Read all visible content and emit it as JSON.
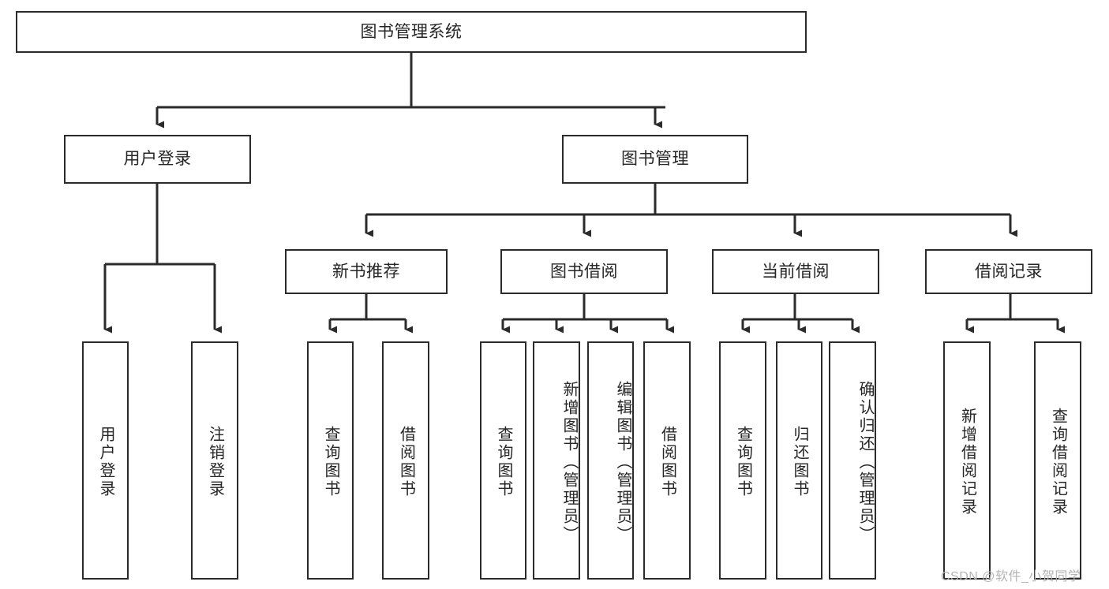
{
  "diagram": {
    "title": "图书管理系统",
    "type": "tree-hierarchy",
    "colors": {
      "background": "#ffffff",
      "box_border": "#2b2b2b",
      "box_fill": "#ffffff",
      "text": "#262626",
      "connector": "#2b2b2b",
      "watermark": "#b4b4b4"
    },
    "root": {
      "label": "图书管理系统"
    },
    "level2": [
      {
        "id": "user-login",
        "label": "用户登录"
      },
      {
        "id": "book-manage",
        "label": "图书管理"
      }
    ],
    "level3": [
      {
        "id": "new-book-rec",
        "label": "新书推荐",
        "parent": "book-manage"
      },
      {
        "id": "book-borrow",
        "label": "图书借阅",
        "parent": "book-manage"
      },
      {
        "id": "current-borrow",
        "label": "当前借阅",
        "parent": "book-manage"
      },
      {
        "id": "borrow-record",
        "label": "借阅记录",
        "parent": "book-manage"
      }
    ],
    "leaves": [
      {
        "id": "leaf-user-login",
        "label": "用户登录",
        "parent": "user-login"
      },
      {
        "id": "leaf-logout",
        "label": "注销登录",
        "parent": "user-login"
      },
      {
        "id": "leaf-query-book-1",
        "label": "查询图书",
        "parent": "new-book-rec"
      },
      {
        "id": "leaf-borrow-book-1",
        "label": "借阅图书",
        "parent": "new-book-rec"
      },
      {
        "id": "leaf-query-book-2",
        "label": "查询图书",
        "parent": "book-borrow"
      },
      {
        "id": "leaf-add-book",
        "label": "新增图书（管理员）",
        "parent": "book-borrow"
      },
      {
        "id": "leaf-edit-book",
        "label": "编辑图书（管理员）",
        "parent": "book-borrow"
      },
      {
        "id": "leaf-borrow-book-2",
        "label": "借阅图书",
        "parent": "book-borrow"
      },
      {
        "id": "leaf-query-book-3",
        "label": "查询图书",
        "parent": "current-borrow"
      },
      {
        "id": "leaf-return-book",
        "label": "归还图书",
        "parent": "current-borrow"
      },
      {
        "id": "leaf-confirm-return",
        "label": "确认归还（管理员）",
        "parent": "current-borrow"
      },
      {
        "id": "leaf-add-record",
        "label": "新增借阅记录",
        "parent": "borrow-record"
      },
      {
        "id": "leaf-query-record",
        "label": "查询借阅记录",
        "parent": "borrow-record"
      }
    ],
    "watermark": "CSDN @软件_小贺同学"
  }
}
